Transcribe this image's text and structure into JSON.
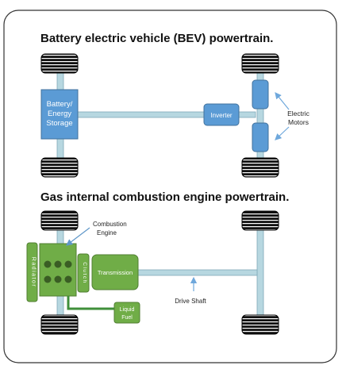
{
  "titles": {
    "bev": "Battery electric vehicle (BEV) powertrain.",
    "gas": "Gas internal combustion engine powertrain."
  },
  "bev": {
    "battery_line1": "Battery/",
    "battery_line2": "Energy",
    "battery_line3": "Storage",
    "inverter": "Inverter",
    "motors_line1": "Electric",
    "motors_line2": "Motors"
  },
  "gas": {
    "engine_line1": "Combustion",
    "engine_line2": "Engine",
    "radiator": "Radiator",
    "clutch": "Clutch",
    "transmission": "Transmission",
    "fuel_line1": "Liquid",
    "fuel_line2": "Fuel",
    "drive_shaft": "Drive Shaft"
  },
  "colors": {
    "blue_fill": "#5b9bd5",
    "blue_stroke": "#41719c",
    "green_fill": "#70ad47",
    "green_stroke": "#507e32",
    "shaft": "#b7d7e0",
    "arrow": "#6fa8dc",
    "tire": "#111111"
  }
}
